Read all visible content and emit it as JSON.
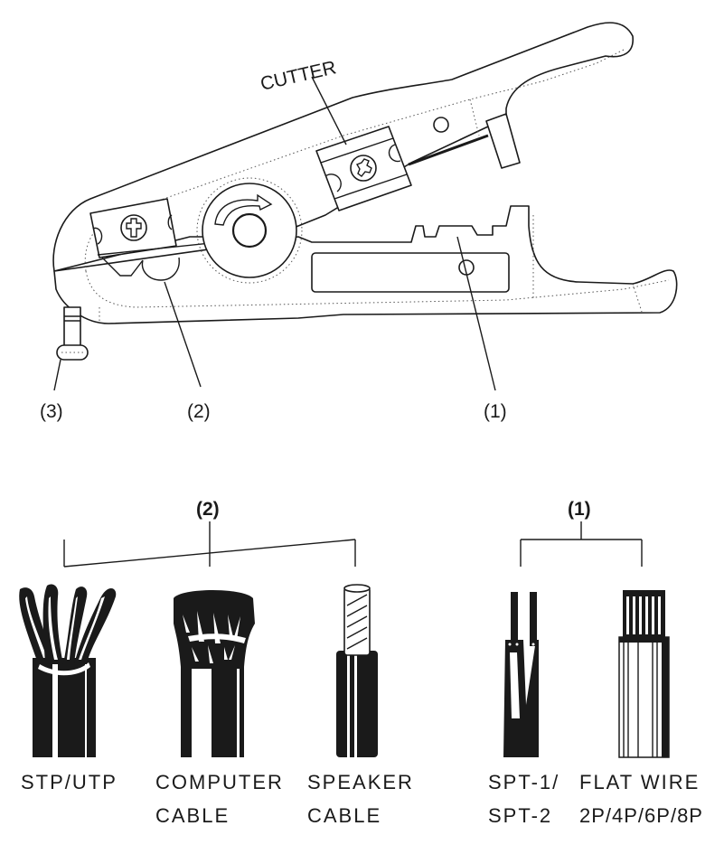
{
  "diagram": {
    "subject": "cable stripping tool",
    "labels": {
      "cutter": "CUTTER",
      "callout_1": "(1)",
      "callout_2": "(2)",
      "callout_3": "(3)"
    },
    "groups": [
      {
        "id": "group-2",
        "label": "(2)",
        "cables": [
          {
            "name": "stp-utp",
            "lines": [
              "STP/UTP"
            ]
          },
          {
            "name": "computer-cable",
            "lines": [
              "COMPUTER",
              "CABLE"
            ]
          },
          {
            "name": "speaker-cable",
            "lines": [
              "SPEAKER",
              "CABLE"
            ]
          }
        ]
      },
      {
        "id": "group-1",
        "label": "(1)",
        "cables": [
          {
            "name": "spt",
            "lines": [
              "SPT-1/",
              "SPT-2"
            ]
          },
          {
            "name": "flat-wire",
            "lines": [
              "FLAT WIRE",
              "2P/4P/6P/8P"
            ]
          }
        ]
      }
    ],
    "colors": {
      "ink": "#1a1a1a",
      "background": "#ffffff"
    }
  }
}
